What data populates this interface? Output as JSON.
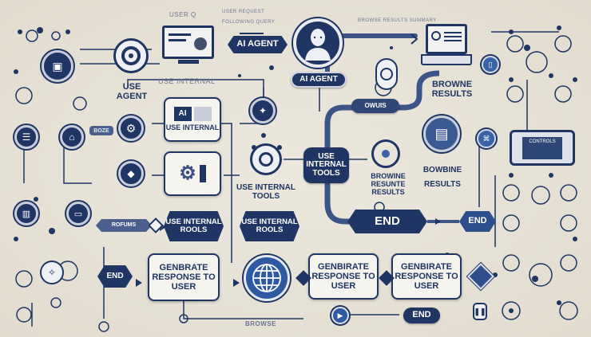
{
  "diagram": {
    "palette": {
      "background": "#e6e1d6",
      "primary": "#1f3563",
      "accent": "#3a63a8",
      "card": "#f6f4ee"
    },
    "header_notes": {
      "user_query": "USER Q",
      "annotation_1": "USER REQUEST",
      "annotation_2": "FOLLOWING QUERY",
      "annotation_3": "BROWSE RESULTS SUMMARY"
    },
    "nodes": {
      "use_agent": "USE AGENT",
      "ai_agent_pill": "AI AGENT",
      "ai_agent_avatar_label": "AI AGENT",
      "use_internal_faint": "USE INTERNAL",
      "ai_card_badge": "AI",
      "use_internal_card": "USE INTERNAL",
      "use_internal_tools_label": "USE INTERNAL TOOLS",
      "use_internal_tools_pill": "USE INTERNAL TOOLS",
      "use_internal_rools_1": "USE INTERNAL ROOLS",
      "use_internal_rools_2": "USE INTERNAL ROOLS",
      "browne_results_top": "BROWNE RESULTS",
      "browne_resunte_results": "BROWINE RESUNTE RESULTS",
      "bowbine_results": "BOWBINE RESULTS",
      "owuis_tag": "OWUIS",
      "bote_tag": "BOZE",
      "rorums_tag": "ROFUMS",
      "end_main": "END",
      "end_right": "END",
      "end_left": "END",
      "end_bottom": "END",
      "generate_1": "GENBRATE RESPONSE TO USER",
      "generate_2": "GENBIRATE RESPONSE TO USER",
      "generate_3": "GENBIRATE RESPONSE TO USER",
      "browse_label": "BROWSE",
      "panel_title": "CONTROLS"
    },
    "icons": [
      "target-icon",
      "monitor-icon",
      "avatar-icon",
      "laptop-icon",
      "gear-icon",
      "network-icon",
      "globe-icon",
      "book-icon",
      "document-icon"
    ]
  }
}
